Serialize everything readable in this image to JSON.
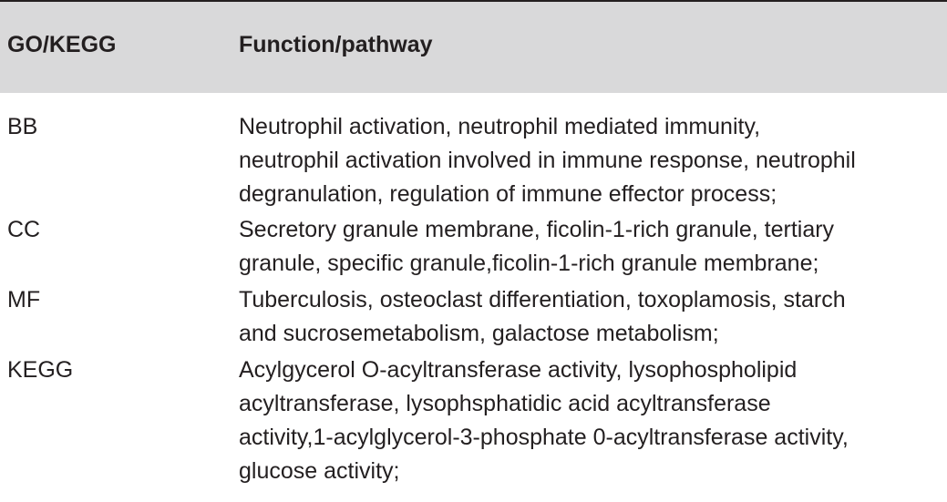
{
  "table": {
    "headers": [
      "GO/KEGG",
      "Function/pathway"
    ],
    "rows": [
      {
        "term": "BB",
        "lines": [
          "Neutrophil activation, neutrophil mediated immunity,",
          "neutrophil activation involved in immune response, neutrophil",
          "degranulation, regulation of immune effector process;"
        ]
      },
      {
        "term": "CC",
        "lines": [
          "Secretory granule membrane, ficolin-1-rich granule, tertiary",
          "granule, specific granule,ficolin-1-rich granule membrane;"
        ]
      },
      {
        "term": "MF",
        "lines": [
          "Tuberculosis, osteoclast differentiation, toxoplamosis, starch",
          "and sucrosemetabolism, galactose metabolism;"
        ]
      },
      {
        "term": "KEGG",
        "lines": [
          "Acylgycerol O-acyltransferase activity, lysophospholipid",
          "acyltransferase, lysophsphatidic acid acyltransferase",
          "activity,1-acylglycerol-3-phosphate 0-acyltransferase activity,",
          "glucose activity;"
        ]
      }
    ]
  }
}
